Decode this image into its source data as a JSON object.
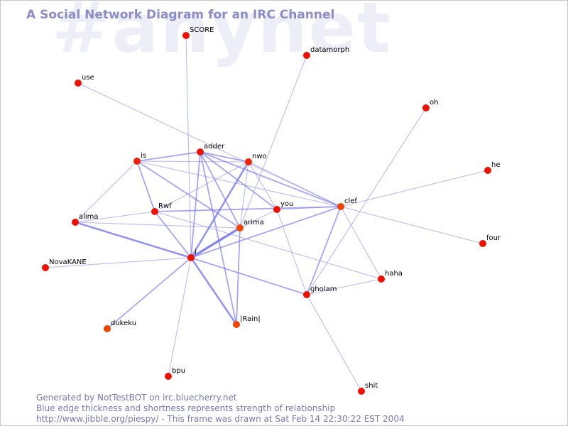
{
  "header": {
    "title": "A Social Network Diagram for an IRC Channel",
    "watermark": "#anynet"
  },
  "colors": {
    "node": "#ee1100",
    "node_alt": "#ee4400",
    "edge": "#7777ee",
    "title": "#8c8cc8",
    "watermark": "#eeeef9",
    "footer": "#7878b4"
  },
  "network": {
    "nodes": [
      {
        "id": "SCORE",
        "label": "SCORE",
        "color": "#ee1100"
      },
      {
        "id": "datamorph",
        "label": "datamorph",
        "color": "#ee1100"
      },
      {
        "id": "use",
        "label": "use",
        "color": "#ee1100"
      },
      {
        "id": "oh",
        "label": "oh",
        "color": "#ee1100"
      },
      {
        "id": "adder",
        "label": "adder",
        "color": "#ee1100"
      },
      {
        "id": "is",
        "label": "is",
        "color": "#ee2200"
      },
      {
        "id": "nwo",
        "label": "nwo",
        "color": "#ee2200"
      },
      {
        "id": "he",
        "label": "he",
        "color": "#ee1100"
      },
      {
        "id": "clef",
        "label": "clef",
        "color": "#ee4400"
      },
      {
        "id": "you",
        "label": "you",
        "color": "#ee1100"
      },
      {
        "id": "Rwf",
        "label": "Rwf",
        "color": "#ee1100"
      },
      {
        "id": "alima",
        "label": "alima",
        "color": "#ee1100"
      },
      {
        "id": "arima",
        "label": "arima",
        "color": "#ee4400"
      },
      {
        "id": "four",
        "label": "four",
        "color": "#ee1100"
      },
      {
        "id": "i",
        "label": "i",
        "color": "#ee1100"
      },
      {
        "id": "NovaKANE",
        "label": "NovaKANE",
        "color": "#ee1100"
      },
      {
        "id": "haha",
        "label": "haha",
        "color": "#ee1100"
      },
      {
        "id": "gholam",
        "label": "gholam",
        "color": "#ee1100"
      },
      {
        "id": "dukeku",
        "label": "dukeku",
        "color": "#ee4400"
      },
      {
        "id": "Rain",
        "label": "|Rain|",
        "color": "#ee4400"
      },
      {
        "id": "bpu",
        "label": "bpu",
        "color": "#ee1100"
      },
      {
        "id": "shit",
        "label": "shit",
        "color": "#ee1100"
      }
    ],
    "edges": [
      {
        "source": "SCORE",
        "target": "i",
        "weight": 1
      },
      {
        "source": "datamorph",
        "target": "arima",
        "weight": 1
      },
      {
        "source": "use",
        "target": "clef",
        "weight": 1
      },
      {
        "source": "oh",
        "target": "gholam",
        "weight": 1
      },
      {
        "source": "he",
        "target": "clef",
        "weight": 1
      },
      {
        "source": "four",
        "target": "clef",
        "weight": 1
      },
      {
        "source": "adder",
        "target": "is",
        "weight": 2
      },
      {
        "source": "adder",
        "target": "nwo",
        "weight": 2
      },
      {
        "source": "adder",
        "target": "clef",
        "weight": 2
      },
      {
        "source": "adder",
        "target": "you",
        "weight": 2
      },
      {
        "source": "adder",
        "target": "i",
        "weight": 2
      },
      {
        "source": "adder",
        "target": "arima",
        "weight": 2
      },
      {
        "source": "adder",
        "target": "Rain",
        "weight": 2
      },
      {
        "source": "is",
        "target": "nwo",
        "weight": 1
      },
      {
        "source": "is",
        "target": "clef",
        "weight": 1
      },
      {
        "source": "is",
        "target": "Rwf",
        "weight": 2
      },
      {
        "source": "is",
        "target": "alima",
        "weight": 1
      },
      {
        "source": "is",
        "target": "arima",
        "weight": 2
      },
      {
        "source": "nwo",
        "target": "clef",
        "weight": 1
      },
      {
        "source": "nwo",
        "target": "you",
        "weight": 1
      },
      {
        "source": "nwo",
        "target": "i",
        "weight": 3
      },
      {
        "source": "nwo",
        "target": "Rwf",
        "weight": 1
      },
      {
        "source": "nwo",
        "target": "arima",
        "weight": 1
      },
      {
        "source": "clef",
        "target": "you",
        "weight": 1
      },
      {
        "source": "clef",
        "target": "gholam",
        "weight": 2
      },
      {
        "source": "clef",
        "target": "haha",
        "weight": 1
      },
      {
        "source": "clef",
        "target": "i",
        "weight": 2
      },
      {
        "source": "clef",
        "target": "Rwf",
        "weight": 2
      },
      {
        "source": "you",
        "target": "gholam",
        "weight": 1
      },
      {
        "source": "you",
        "target": "arima",
        "weight": 1
      },
      {
        "source": "Rwf",
        "target": "i",
        "weight": 2
      },
      {
        "source": "Rwf",
        "target": "alima",
        "weight": 1
      },
      {
        "source": "Rwf",
        "target": "haha",
        "weight": 1
      },
      {
        "source": "alima",
        "target": "i",
        "weight": 3
      },
      {
        "source": "alima",
        "target": "arima",
        "weight": 1
      },
      {
        "source": "arima",
        "target": "i",
        "weight": 4
      },
      {
        "source": "arima",
        "target": "Rain",
        "weight": 2
      },
      {
        "source": "i",
        "target": "NovaKANE",
        "weight": 1
      },
      {
        "source": "i",
        "target": "gholam",
        "weight": 2
      },
      {
        "source": "i",
        "target": "dukeku",
        "weight": 2
      },
      {
        "source": "i",
        "target": "Rain",
        "weight": 3
      },
      {
        "source": "i",
        "target": "bpu",
        "weight": 1
      },
      {
        "source": "gholam",
        "target": "haha",
        "weight": 1
      },
      {
        "source": "gholam",
        "target": "shit",
        "weight": 1
      }
    ]
  },
  "footer": {
    "line1": "Generated by NotTestBOT on irc.bluecherry.net",
    "line2": "Blue edge thickness and shortness represents strength of relationship",
    "line3": "http://www.jibble.org/piespy/ - This frame was drawn at Sat Feb 14 22:30:22 EST 2004"
  }
}
